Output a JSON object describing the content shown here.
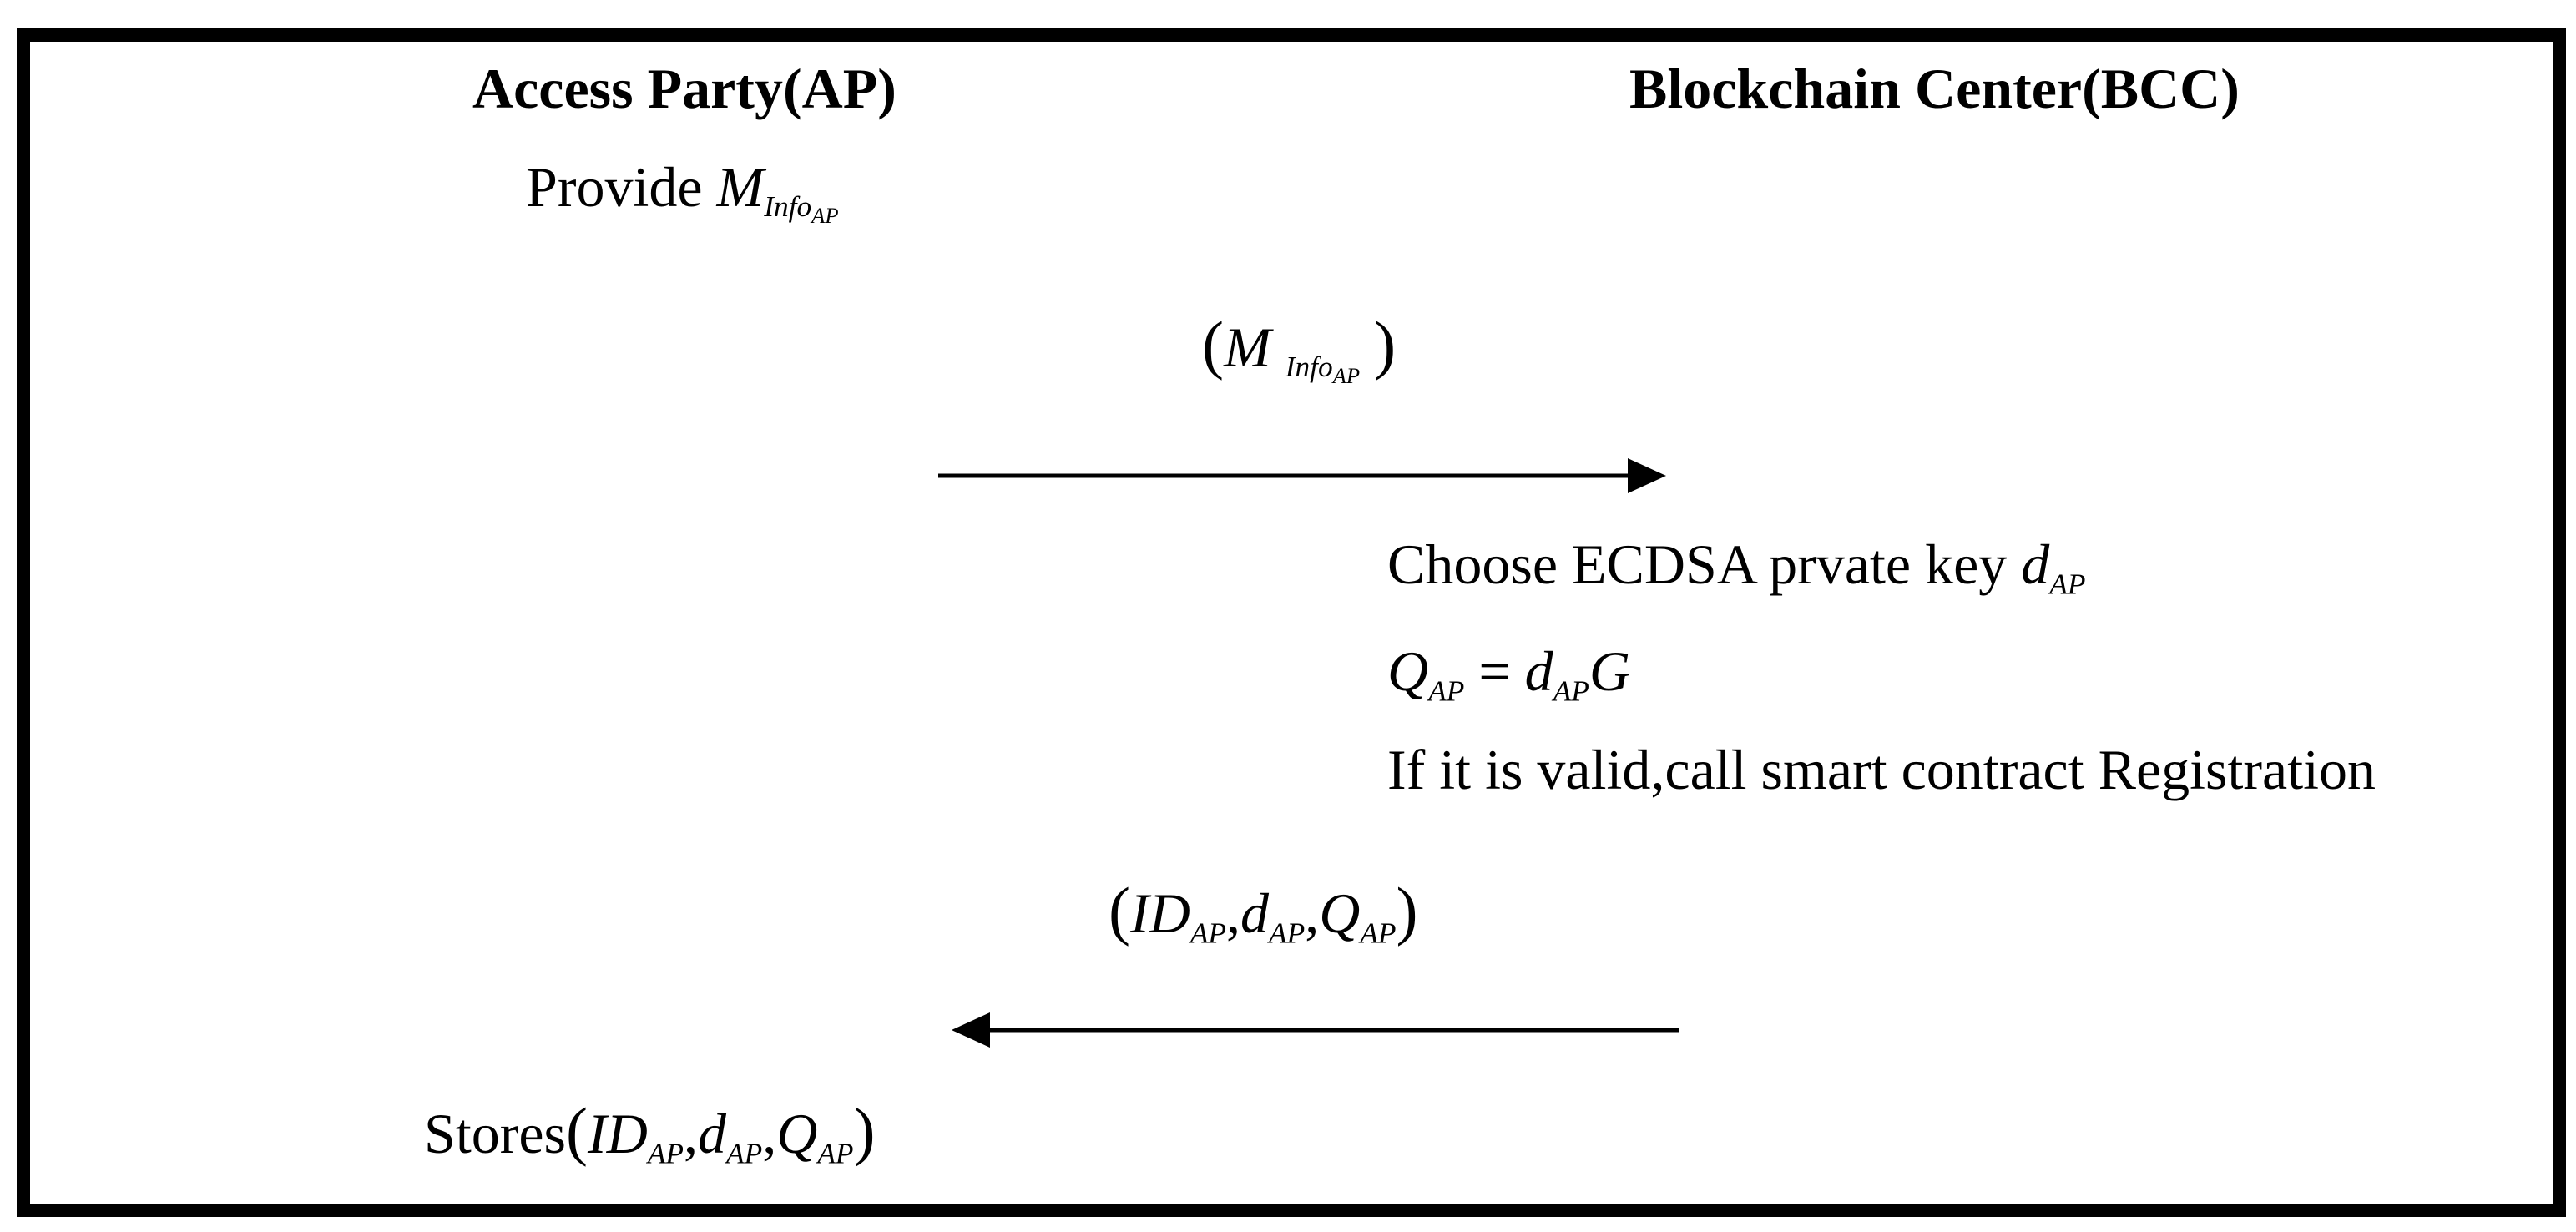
{
  "parties": {
    "left": "Access Party(AP)",
    "right": "Blockchain Center(BCC)"
  },
  "steps": {
    "provide_label": "Provide",
    "m_symbol": "M",
    "info_sub": "Info",
    "ap_sub": "AP",
    "choose_label": "Choose ECDSA prvate key",
    "d_symbol": "d",
    "q_symbol": "Q",
    "g_symbol": "G",
    "equals": "=",
    "valid_label": "If it is valid,call smart contract Registration",
    "id_symbol": "ID",
    "stores_label": "Stores",
    "open_paren": "(",
    "close_paren": ")",
    "comma": ","
  }
}
